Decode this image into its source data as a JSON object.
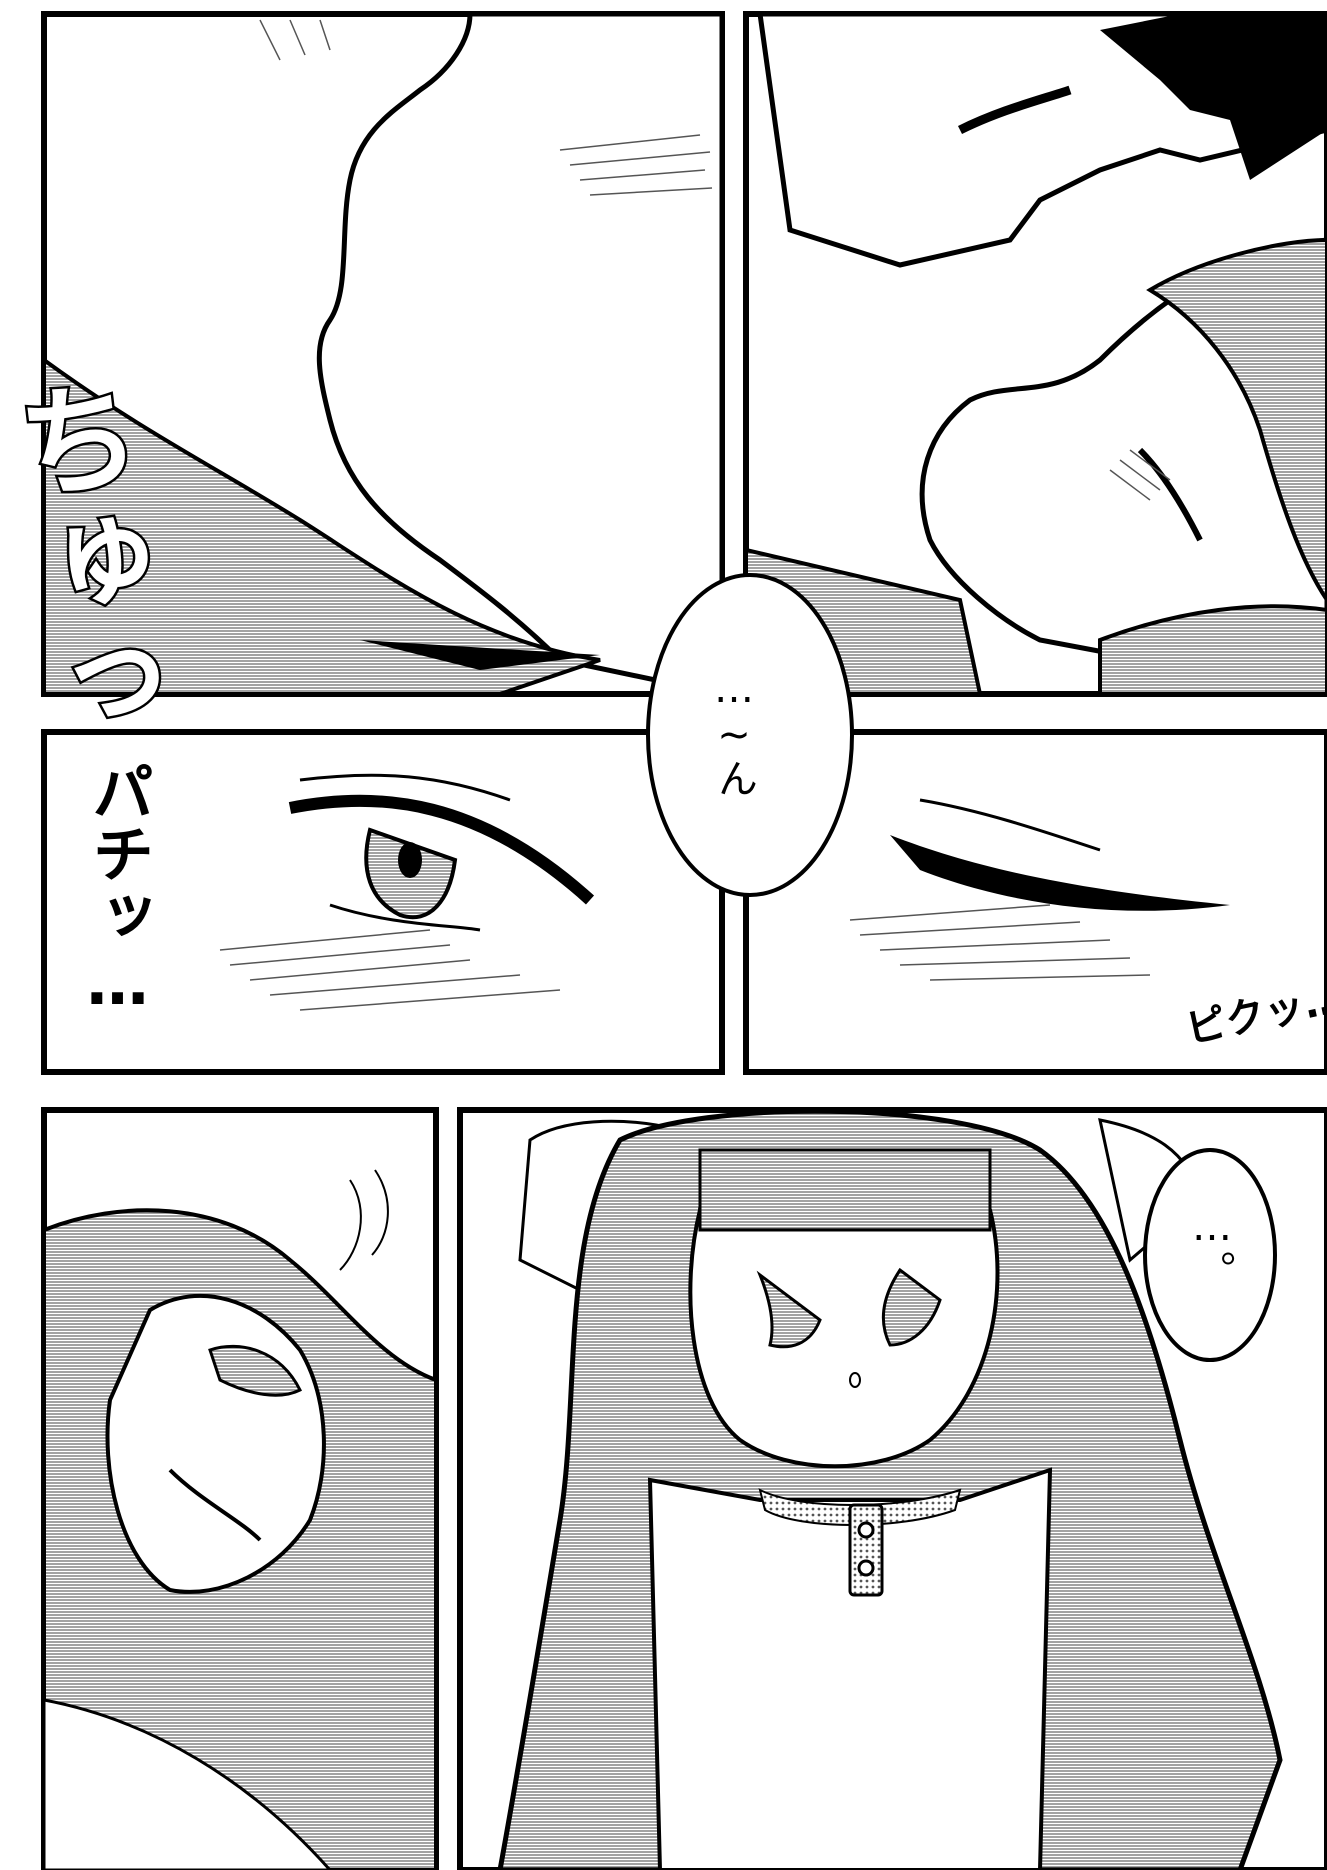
{
  "page": {
    "panel_count": 6,
    "colors": {
      "ink": "#000000",
      "paper": "#ffffff",
      "screentone": "#9a9a9a"
    }
  },
  "panels": [
    {
      "name": "panel-kiss-closeup",
      "sfx": "ちゅっ"
    },
    {
      "name": "panel-kiss-faces"
    },
    {
      "name": "panel-eye-open",
      "sfx": "パチッ…"
    },
    {
      "name": "panel-eye-closed",
      "sfx": "ピクッ…"
    },
    {
      "name": "panel-girl-side"
    },
    {
      "name": "panel-girl-front"
    }
  ],
  "bubbles": {
    "center": "…~ん",
    "right": "…。"
  }
}
